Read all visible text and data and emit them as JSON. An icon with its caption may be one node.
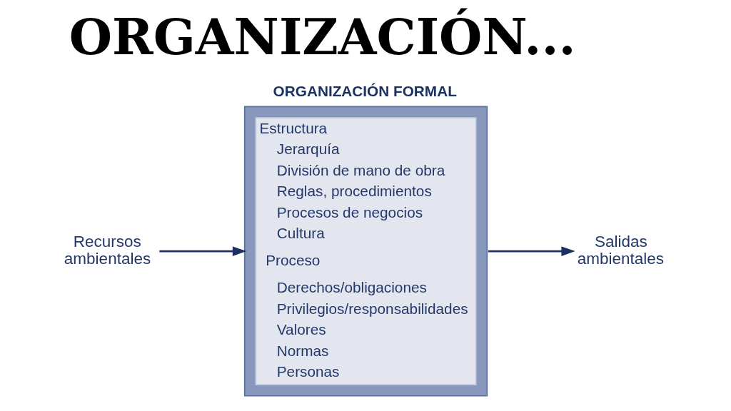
{
  "diagram": {
    "title": "ORGANIZACIÓN...",
    "nodes": [
      {
        "text": [
          "Recursos ambientales"
        ]
      },
      {
        "text": [
          "ORGANIZACIÓN FORMAL",
          "Estructura",
          "Jerarquía",
          "División de mano de obra",
          "Reglas, procedimientos",
          "Procesos de negocios",
          "Cultura",
          "Proceso",
          "Derechos/obligaciones",
          "Privilegios/responsabilidades",
          "Valores",
          "Normas",
          "Personas"
        ]
      },
      {
        "text": [
          "Salidas ambientales"
        ]
      }
    ],
    "edges": [
      {
        "from": 0,
        "to": 1,
        "arrow": "to"
      },
      {
        "from": 1,
        "to": 2,
        "arrow": "to"
      }
    ]
  }
}
